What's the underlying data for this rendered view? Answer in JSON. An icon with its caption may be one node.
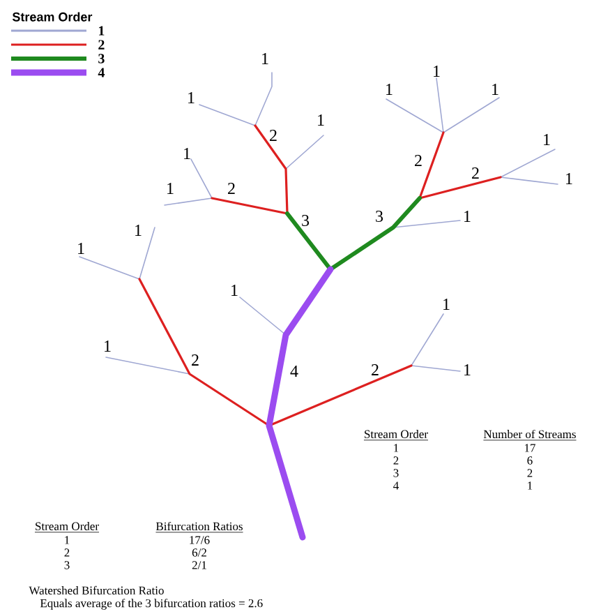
{
  "diagram": {
    "labels": [
      "Stream Order",
      "1",
      "1",
      "1",
      "1",
      "1",
      "1",
      "2",
      "1",
      "1",
      "2",
      "2",
      "1",
      "1",
      "2",
      "3",
      "3",
      "1",
      "1",
      "1",
      "1",
      "1",
      "1",
      "2",
      "4",
      "2",
      "1",
      "Stream Order",
      "Number of Streams",
      "1",
      "17",
      "2",
      "6",
      "3",
      "2",
      "4",
      "1",
      "Stream Order",
      "Bifurcation Ratios",
      "1",
      "17/6",
      "2",
      "6/2",
      "3",
      "2/1",
      "Watershed Bifurcation Ratio",
      "Equals average of the 3 bifurcation ratios = 2.6"
    ],
    "legend": [
      {
        "text": "1",
        "color": "#9fa7d2"
      },
      {
        "text": "2",
        "color": "#dd2020"
      },
      {
        "text": "3",
        "color": "#1f8a1f"
      },
      {
        "text": "4",
        "color": "#9b4cf0"
      }
    ]
  }
}
